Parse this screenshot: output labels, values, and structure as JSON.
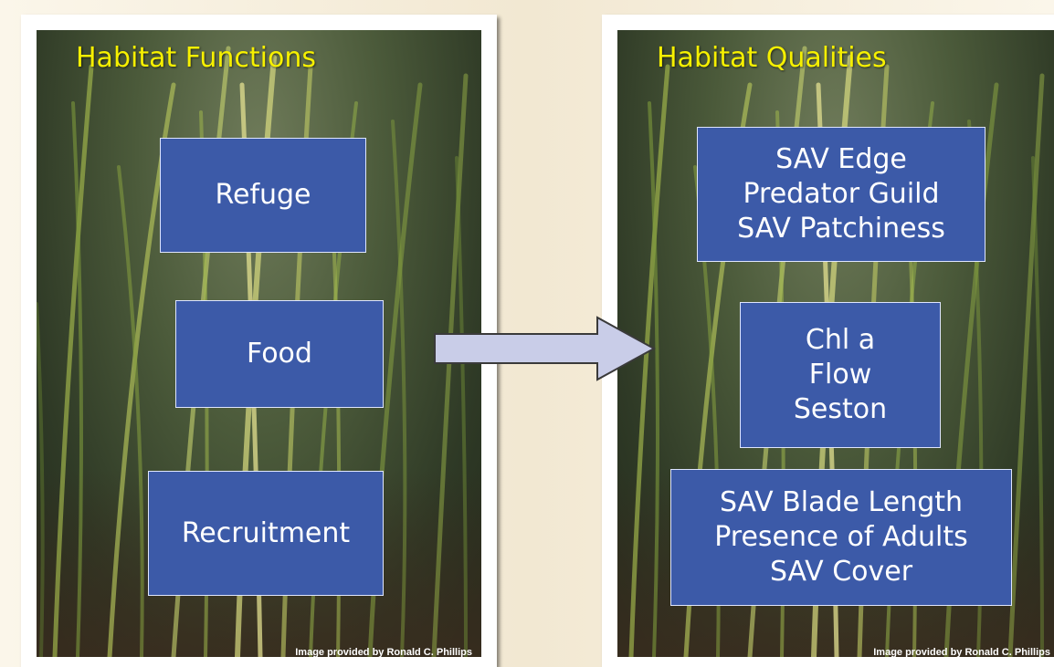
{
  "left_panel": {
    "title": "Habitat Functions",
    "boxes": [
      "Refuge",
      "Food",
      "Recruitment"
    ],
    "credit": "Image provided by Ronald C. Phillips"
  },
  "right_panel": {
    "title": "Habitat Qualities",
    "boxes": [
      [
        "SAV Edge",
        "Predator Guild",
        "SAV Patchiness"
      ],
      [
        "Chl a",
        "Flow",
        "Seston"
      ],
      [
        "SAV Blade Length",
        "Presence of Adults",
        "SAV Cover"
      ]
    ],
    "credit": "Image provided by Ronald C. Phillips"
  },
  "colors": {
    "box_fill": "#3c5aa8",
    "title_text": "#f6f000",
    "arrow_fill": "#c9cde8"
  }
}
